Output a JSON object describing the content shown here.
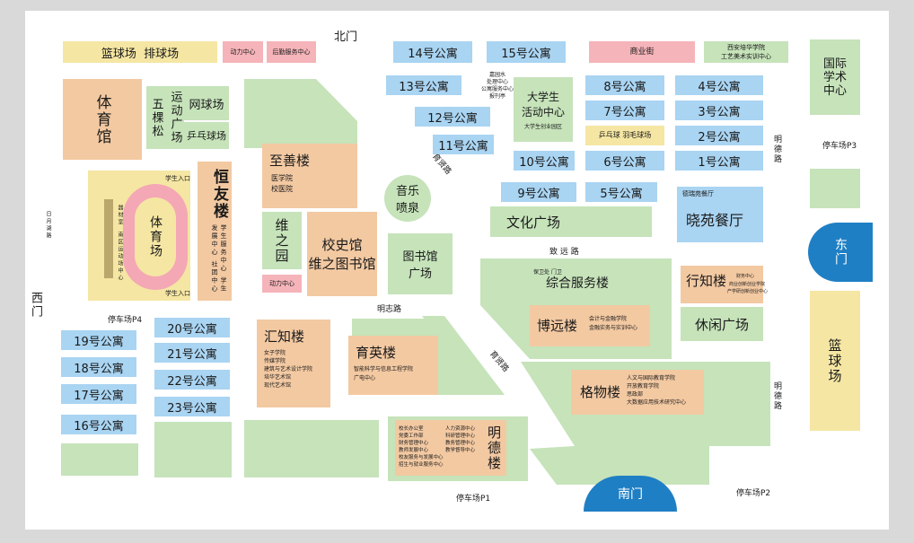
{
  "gates": {
    "north": "北门",
    "west": "西门",
    "south": "南门",
    "east": "东门"
  },
  "roads": {
    "mingzhi": "明志路",
    "zhiyuan": "致 远 路",
    "yuxian_top": "育贤路",
    "yuxian_bottom": "育贤路",
    "mingde_top": "明德路",
    "mingde_bottom": "明德路",
    "west_road": "日月湖路"
  },
  "parking": {
    "p1": "停车场P1",
    "p2": "停车场P2",
    "p3": "停车场P3",
    "p4": "停车场P4"
  },
  "top_strip": {
    "basketball": "篮球场",
    "volleyball": "排球场",
    "power": "动力中心",
    "logistics": "后勤服务中心"
  },
  "gym": "体育馆",
  "wukesong": "五棵松",
  "sports_square": "运动广场",
  "tennis": "网球场",
  "pingpong_left": "乒乓球场",
  "stadium": {
    "name": "体育场",
    "student_entry_top": "学生入口",
    "student_entry_bottom": "学生入口",
    "side_note1": "器材室",
    "side_note2": "南区运动场中心"
  },
  "hengyou": {
    "name": "恒友楼",
    "detail": "学生服务中心 学生发展中心 社团中心"
  },
  "zhishan": {
    "name": "至善楼",
    "detail1": "医学院",
    "detail2": "校医院"
  },
  "weizhiyuan": "维之园",
  "library": {
    "line1": "校史馆",
    "line2": "维之图书馆"
  },
  "power_center": "动力中心",
  "music_fountain": {
    "line1": "音乐",
    "line2": "喷泉"
  },
  "library_square": {
    "line1": "图书馆",
    "line2": "广场"
  },
  "apartments": {
    "a1": "1号公寓",
    "a2": "2号公寓",
    "a3": "3号公寓",
    "a4": "4号公寓",
    "a5": "5号公寓",
    "a6": "6号公寓",
    "a7": "7号公寓",
    "a8": "8号公寓",
    "a9": "9号公寓",
    "a10": "10号公寓",
    "a11": "11号公寓",
    "a12": "12号公寓",
    "a13": "13号公寓",
    "a14": "14号公寓",
    "a15": "15号公寓",
    "a16": "16号公寓",
    "a17": "17号公寓",
    "a18": "18号公寓",
    "a19": "19号公寓",
    "a20": "20号公寓",
    "a21": "21号公寓",
    "a22": "22号公寓",
    "a23": "23号公寓"
  },
  "commercial_street": "商业街",
  "art_center": {
    "line1": "西安培华学院",
    "line2": "工艺美术实训中心"
  },
  "small_service": {
    "line1": "嘉园水",
    "line2": "处理中心",
    "line3": "公寓服务中心",
    "line4": "报刊亭"
  },
  "student_activity": {
    "line1": "大学生",
    "line2": "活动中心",
    "line3": "大学生创业园区"
  },
  "pingpong_badminton": "乒乓球 羽毛球场",
  "culture_square": "文化广场",
  "xiaoyuan": {
    "name": "晓苑餐厅",
    "tag": "德瑞苑餐厅"
  },
  "international": {
    "line1": "国际",
    "line2": "学术",
    "line3": "中心"
  },
  "zonghe": {
    "name": "综合服务楼",
    "tag": "保卫处 门卫"
  },
  "xingzhi": {
    "name": "行知楼",
    "detail1": "财务中心",
    "detail2": "商业创新创业学院",
    "detail3": "产学研创新创业中心"
  },
  "xiuxian": "休闲广场",
  "boyuan": {
    "name": "博远楼",
    "detail1": "会计与金融学院",
    "detail2": "金融实务与实训中心"
  },
  "huizhi": {
    "name": "汇知楼",
    "detail1": "女子学院",
    "detail2": "传媒学院",
    "detail3": "建筑与艺术设计学院",
    "detail4": "培华艺术馆",
    "detail5": "现代艺术馆"
  },
  "yuying": {
    "name": "育英楼",
    "detail1": "智能科学与信息工程学院",
    "detail2": "广电中心"
  },
  "gewu": {
    "name": "格物楼",
    "detail1": "人文与国际教育学院",
    "detail2": "开放教育学院",
    "detail3": "思政部",
    "detail4": "大数据应用技术研究中心"
  },
  "mingde": {
    "name": "明德楼",
    "col1": [
      "校长办公室",
      "党委工作部",
      "财务管理中心",
      "教师发展中心",
      "校友服务与发展中心",
      "招生与就业服务中心"
    ],
    "col2": [
      "人力资源中心",
      "科研管理中心",
      "教务管理中心",
      "教学督导中心"
    ]
  },
  "east_basketball": "篮球场",
  "colors": {
    "blue": "#a9d4f2",
    "orange": "#f3c9a2",
    "yellow": "#f5e6a3",
    "green": "#c6e3ba",
    "pink": "#f5b4b9",
    "gate": "#1f7fc4"
  }
}
